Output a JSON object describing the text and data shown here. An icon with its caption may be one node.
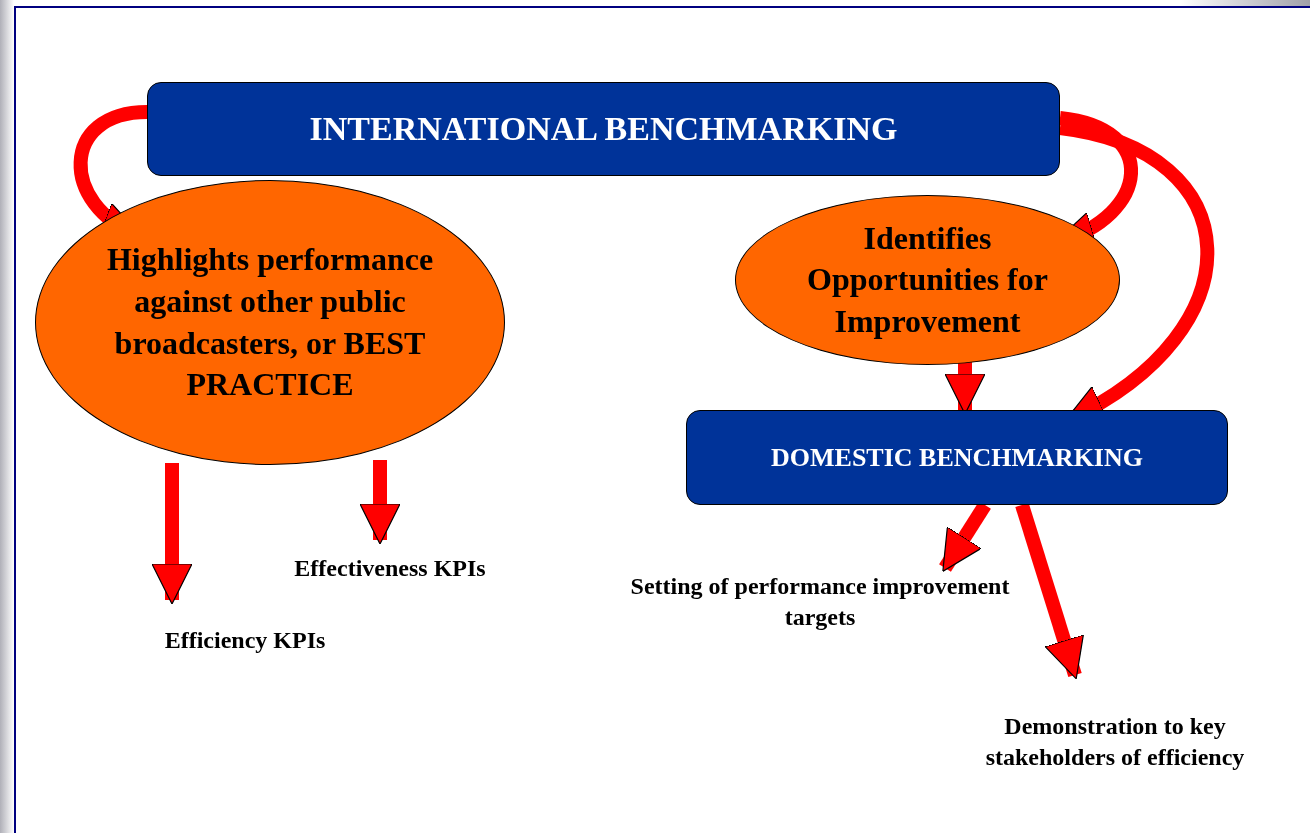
{
  "diagram": {
    "nodes": [
      {
        "text": [
          "INTERNATIONAL BENCHMARKING"
        ]
      },
      {
        "text": [
          "Highlights performance against other public broadcasters, or BEST PRACTICE"
        ]
      },
      {
        "text": [
          "Identifies Opportunities for Improvement"
        ]
      },
      {
        "text": [
          "DOMESTIC BENCHMARKING"
        ]
      },
      {
        "text": [
          "Effectiveness KPIs"
        ]
      },
      {
        "text": [
          "Efficiency KPIs"
        ]
      },
      {
        "text": [
          "Setting of performance improvement targets"
        ]
      },
      {
        "text": [
          "Demonstration to key stakeholders of efficiency"
        ]
      }
    ],
    "edges": [
      {
        "from": 0,
        "to": 1,
        "arrow": "to"
      },
      {
        "from": 0,
        "to": 2,
        "arrow": "to"
      },
      {
        "from": 0,
        "to": 3,
        "arrow": "to"
      },
      {
        "from": 2,
        "to": 3,
        "arrow": "to"
      },
      {
        "from": 1,
        "to": 5,
        "arrow": "to"
      },
      {
        "from": 1,
        "to": 4,
        "arrow": "to"
      },
      {
        "from": 3,
        "to": 6,
        "arrow": "to"
      },
      {
        "from": 3,
        "to": 7,
        "arrow": "to"
      }
    ]
  }
}
